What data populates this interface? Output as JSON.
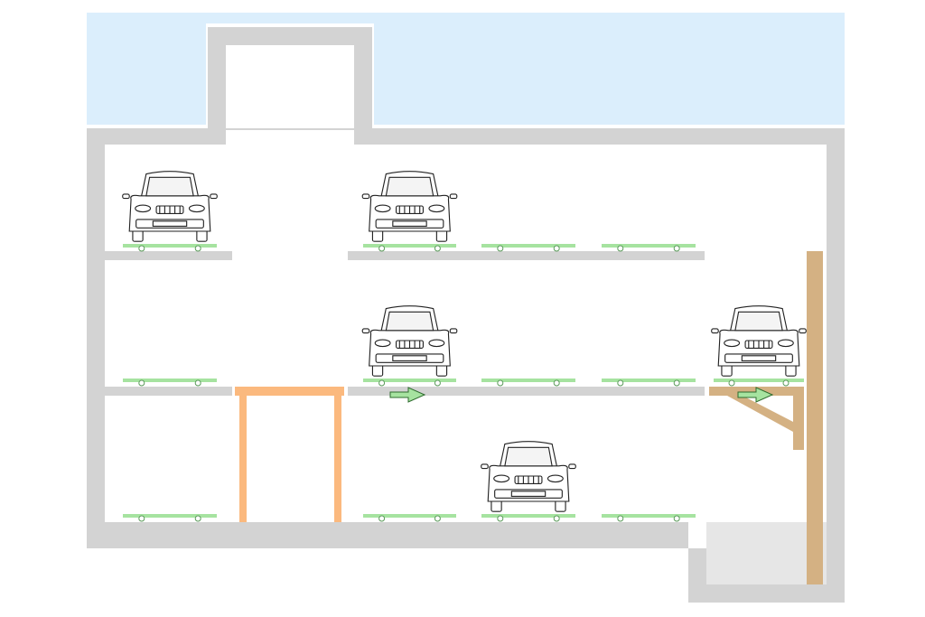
{
  "colors": {
    "sky": "#dbeefc",
    "wall": "#d3d3d3",
    "pit": "#e6e6e6",
    "pallet": "#a6e3a0",
    "bench": "#fbb97e",
    "mast": "#d4b183",
    "arrow": "#a6e3a0"
  },
  "cars": [
    {
      "level": 1,
      "slot": 1
    },
    {
      "level": 1,
      "slot": 2
    },
    {
      "level": 2,
      "slot": 2
    },
    {
      "level": 2,
      "slot": 5
    },
    {
      "level": 3,
      "slot": 3
    }
  ],
  "arrows": [
    {
      "direction": "right",
      "level": 2,
      "slot": 2
    },
    {
      "direction": "right",
      "level": 2,
      "slot": 5
    }
  ]
}
